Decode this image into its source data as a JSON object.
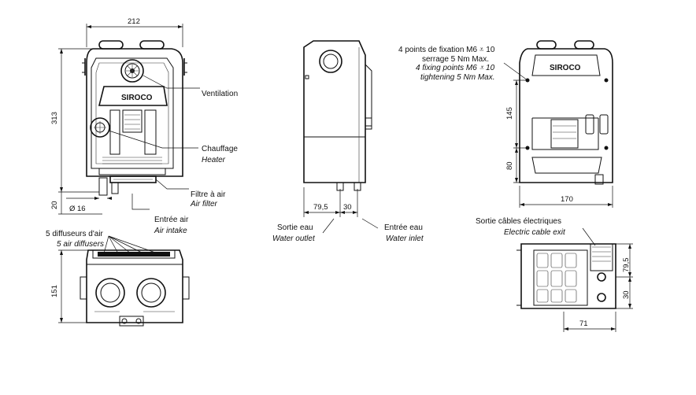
{
  "brand": "SIROCO",
  "dimensions": {
    "front_width": "212",
    "front_height": "313",
    "foot_height": "20",
    "pipe_diameter": "Ø 16",
    "top_depth": "151",
    "side_water_outlet": "79,5",
    "side_water_spacing": "30",
    "rear_height_upper": "145",
    "rear_height_lower": "80",
    "rear_width": "170",
    "cable_height_upper": "79,5",
    "cable_height_lower": "30",
    "cable_offset": "71"
  },
  "labels": {
    "ventilation": "Ventilation",
    "chauffage": "Chauffage",
    "heater": "Heater",
    "filtre_fr": "Filtre à air",
    "filtre_en": "Air filter",
    "entree_air_fr": "Entrée air",
    "entree_air_en": "Air intake",
    "diffuseurs_fr": "5 diffuseurs d'air",
    "diffuseurs_en": "5 air diffusers",
    "sortie_eau_fr": "Sortie eau",
    "sortie_eau_en": "Water outlet",
    "entree_eau_fr": "Entrée eau",
    "entree_eau_en": "Water inlet",
    "fixation_fr_1": "4 points de fixation M6 ⩡ 10",
    "fixation_fr_2": "serrage 5 Nm Max.",
    "fixation_en_1": "4 fixing points M6 ⩡ 10",
    "fixation_en_2": "tightening 5 Nm Max.",
    "cable_fr": "Sortie câbles électriques",
    "cable_en": "Electric cable exit"
  }
}
